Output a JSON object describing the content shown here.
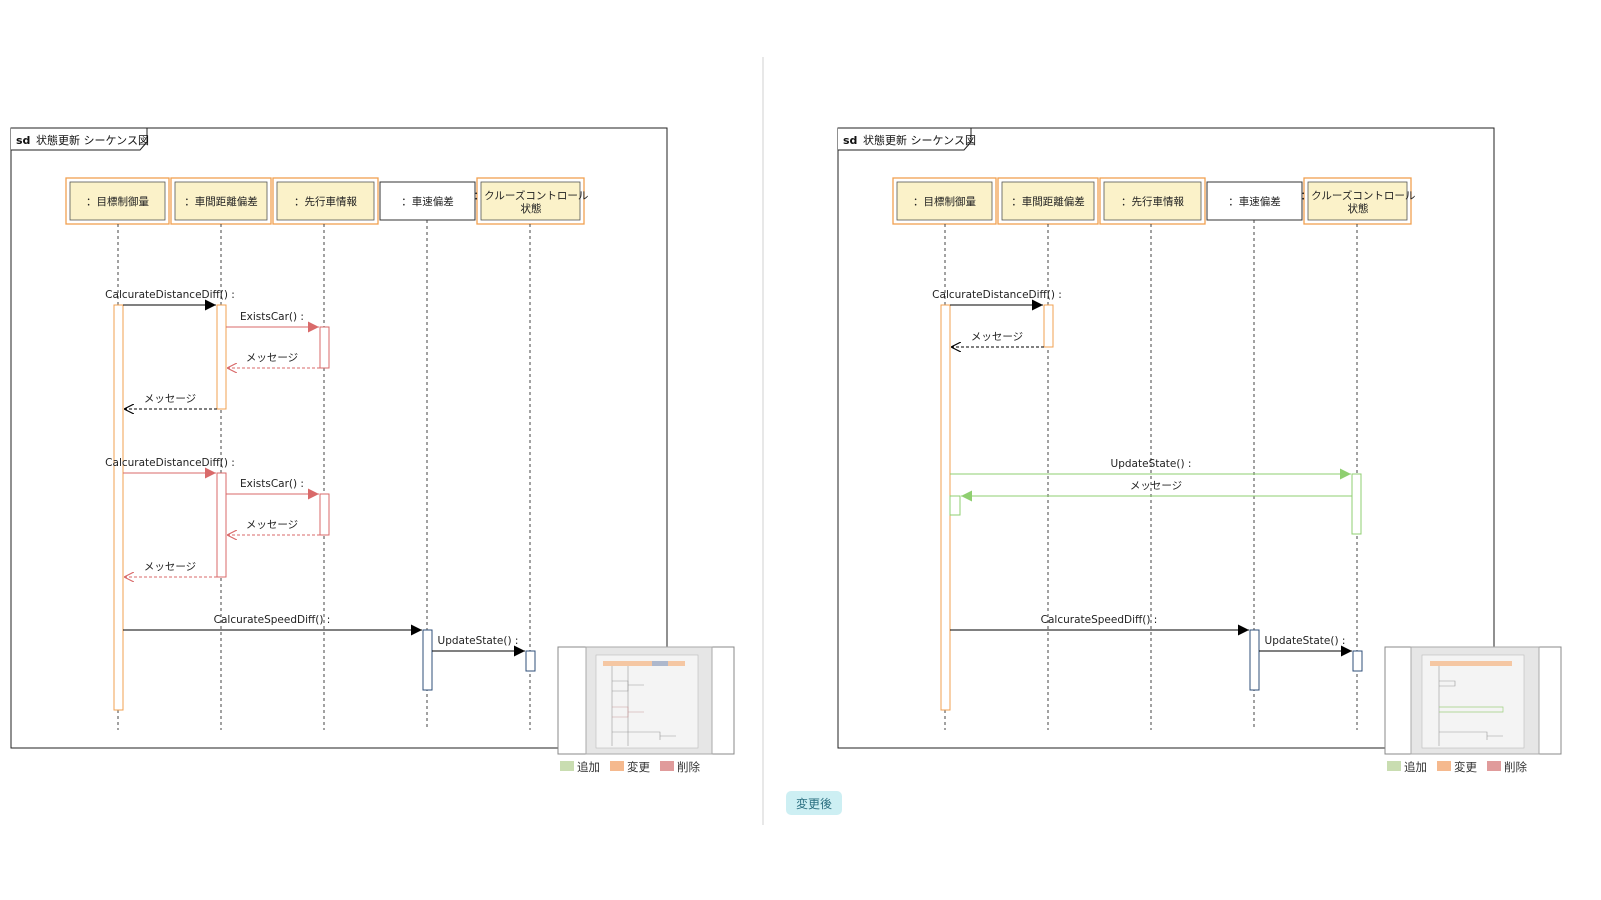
{
  "colors": {
    "added": "#c9ddb1",
    "changed": "#f5b98e",
    "deleted": "#e09b9b",
    "changed_stroke": "#f0a050",
    "deleted_stroke": "#d96a6a",
    "added_stroke": "#8fcf70",
    "default_stroke": "#2f4f7a",
    "lifeline_head_fill": "#fbf2c9"
  },
  "legend": {
    "added": "追加",
    "changed": "変更",
    "deleted": "削除"
  },
  "after_badge": "変更後",
  "diagrams": [
    {
      "id": "before",
      "title": "状態更新 シーケンス図",
      "title_prefix": "sd",
      "lifelines": [
        {
          "label": "：目標制御量",
          "state": "changed"
        },
        {
          "label": "：車間距離偏差",
          "state": "changed"
        },
        {
          "label": "：先行車情報",
          "state": "changed"
        },
        {
          "label": "：車速偏差",
          "state": "none"
        },
        {
          "label": "：クルーズコントロール状態",
          "state": "changed"
        }
      ],
      "messages": [
        {
          "from": 0,
          "to": 1,
          "label": "CalcurateDistanceDiff() :",
          "kind": "call",
          "state": "none"
        },
        {
          "from": 1,
          "to": 2,
          "label": "ExistsCar() :",
          "kind": "call",
          "state": "deleted"
        },
        {
          "from": 2,
          "to": 1,
          "label": "メッセージ",
          "kind": "reply",
          "state": "deleted"
        },
        {
          "from": 1,
          "to": 0,
          "label": "メッセージ",
          "kind": "reply",
          "state": "none"
        },
        {
          "from": 0,
          "to": 1,
          "label": "CalcurateDistanceDiff() :",
          "kind": "call",
          "state": "deleted"
        },
        {
          "from": 1,
          "to": 2,
          "label": "ExistsCar() :",
          "kind": "call",
          "state": "deleted"
        },
        {
          "from": 2,
          "to": 1,
          "label": "メッセージ",
          "kind": "reply",
          "state": "deleted"
        },
        {
          "from": 1,
          "to": 0,
          "label": "メッセージ",
          "kind": "reply",
          "state": "deleted"
        },
        {
          "from": 0,
          "to": 3,
          "label": "CalcurateSpeedDiff() :",
          "kind": "call",
          "state": "none"
        },
        {
          "from": 3,
          "to": 4,
          "label": "UpdateState() :",
          "kind": "call",
          "state": "none"
        }
      ]
    },
    {
      "id": "after",
      "title": "状態更新 シーケンス図",
      "title_prefix": "sd",
      "lifelines": [
        {
          "label": "：目標制御量",
          "state": "changed"
        },
        {
          "label": "：車間距離偏差",
          "state": "changed"
        },
        {
          "label": "：先行車情報",
          "state": "changed"
        },
        {
          "label": "：車速偏差",
          "state": "none"
        },
        {
          "label": "：クルーズコントロール状態",
          "state": "changed"
        }
      ],
      "messages": [
        {
          "from": 0,
          "to": 1,
          "label": "CalcurateDistanceDiff() :",
          "kind": "call",
          "state": "none"
        },
        {
          "from": 1,
          "to": 0,
          "label": "メッセージ",
          "kind": "reply",
          "state": "none"
        },
        {
          "from": 0,
          "to": 4,
          "label": "UpdateState() :",
          "kind": "call",
          "state": "added"
        },
        {
          "from": 4,
          "to": 0,
          "label": "メッセージ",
          "kind": "reply",
          "state": "added"
        },
        {
          "from": 0,
          "to": 3,
          "label": "CalcurateSpeedDiff() :",
          "kind": "call",
          "state": "none"
        },
        {
          "from": 3,
          "to": 4,
          "label": "UpdateState() :",
          "kind": "call",
          "state": "none"
        }
      ]
    }
  ]
}
